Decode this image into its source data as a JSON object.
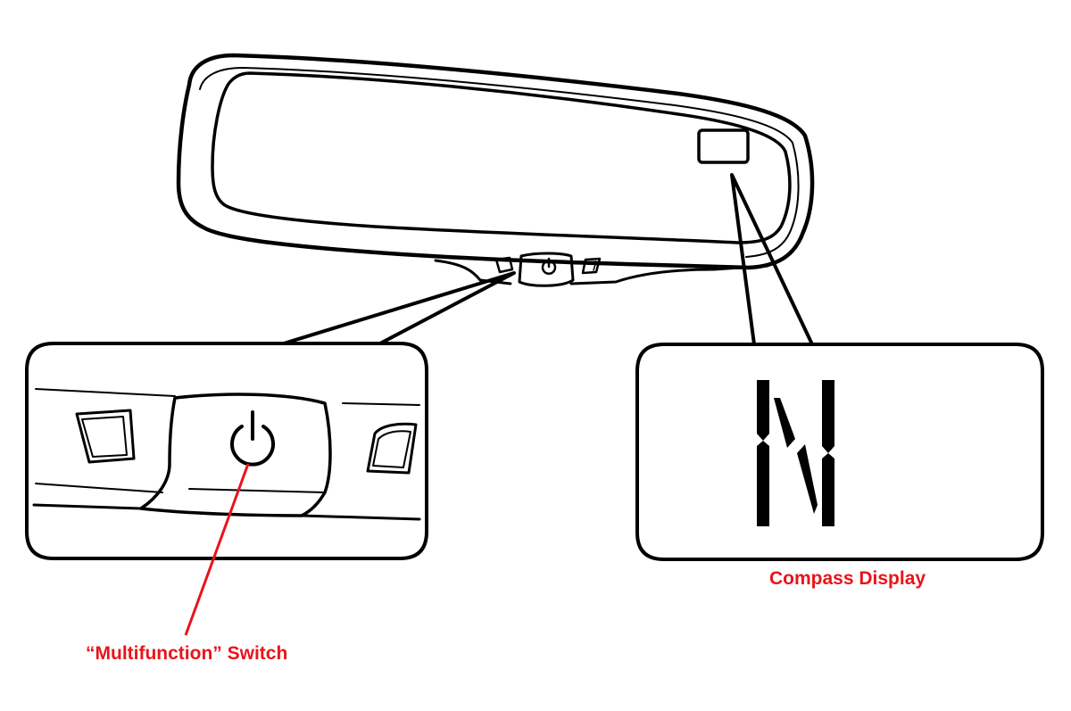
{
  "labels": {
    "multifunction_switch": "“Multifunction” Switch",
    "compass_display": "Compass Display"
  },
  "compass_display": {
    "heading": "N"
  },
  "colors": {
    "label_red": "#e8141b",
    "leader_red": "#e8141b",
    "ink": "#000000",
    "background": "#ffffff"
  },
  "icons": {
    "switch_symbol": "power-icon"
  }
}
